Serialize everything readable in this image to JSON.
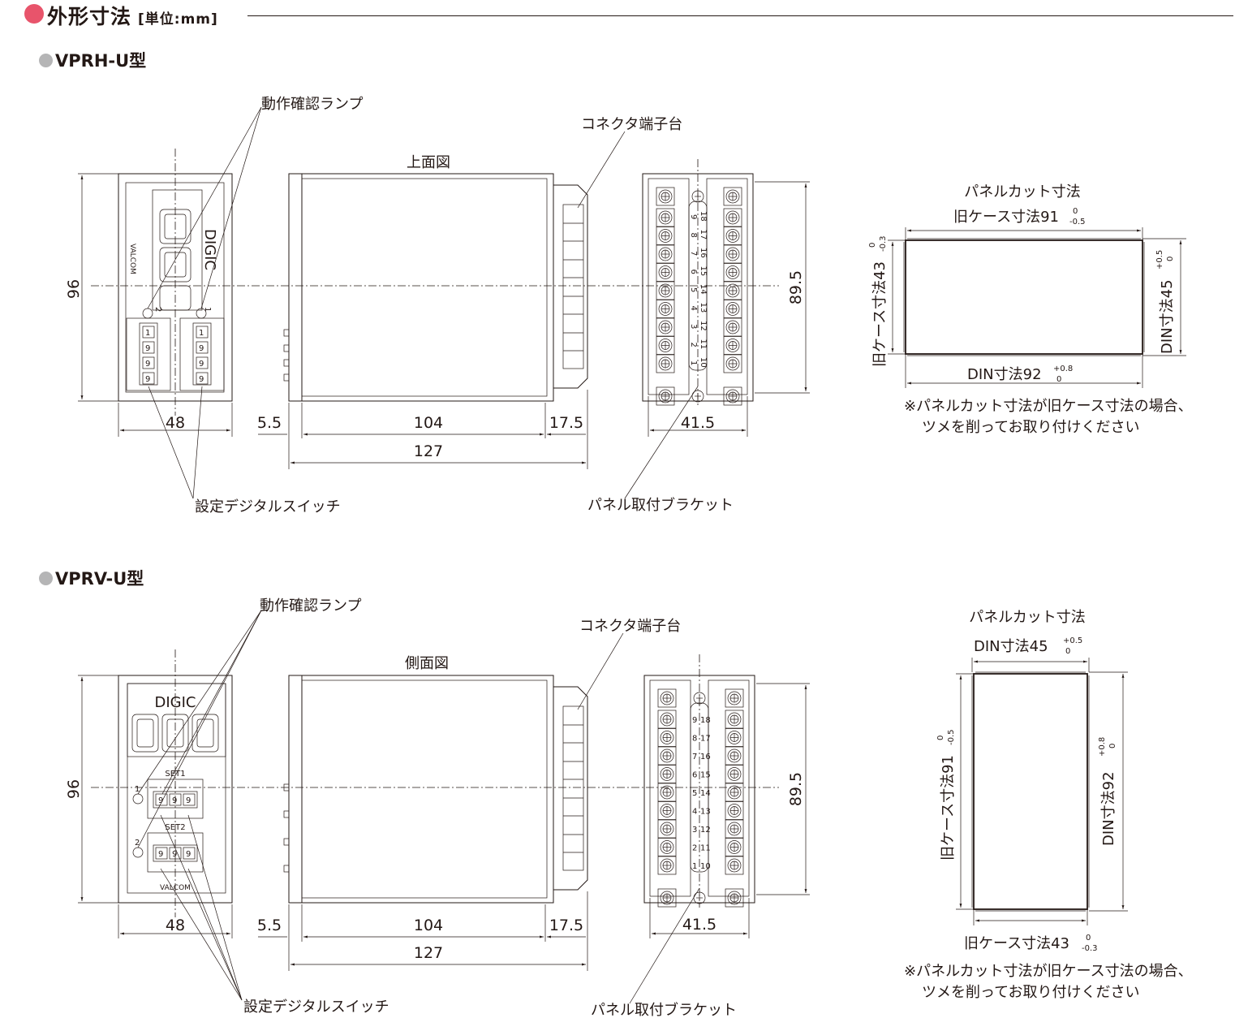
{
  "header": {
    "title": "外形寸法",
    "unit": "[単位:mm]"
  },
  "models": [
    {
      "name": "VPRH-U型",
      "labels": {
        "lamp": "動作確認ランプ",
        "connector": "コネクタ端子台",
        "view": "上面図",
        "switch": "設定デジタルスイッチ",
        "bracket": "パネル取付ブラケット",
        "brand": "VALCOM",
        "product": "DIGIC"
      },
      "dims": {
        "height": "96",
        "width": "48",
        "panel_offset": "5.5",
        "body": "104",
        "terminal": "17.5",
        "total": "127",
        "terminal_width": "41.5",
        "terminal_height": "89.5"
      },
      "cutout": {
        "title": "パネルカット寸法",
        "old_case_a": "旧ケース寸法91",
        "old_case_a_tol_upper": "0",
        "old_case_a_tol_lower": "-0.5",
        "old_case_b": "旧ケース寸法43",
        "old_case_b_tol_upper": "0",
        "old_case_b_tol_lower": "-0.3",
        "din_a": "DIN寸法45",
        "din_a_tol_upper": "+0.5",
        "din_a_tol_lower": "0",
        "din_b": "DIN寸法92",
        "din_b_tol_upper": "+0.8",
        "din_b_tol_lower": "0",
        "note_line1": "※パネルカット寸法が旧ケース寸法の場合、",
        "note_line2": "ツメを削ってお取り付けください"
      },
      "terminals_left": [
        "9",
        "8",
        "7",
        "6",
        "5",
        "4",
        "3",
        "2",
        "1"
      ],
      "terminals_right": [
        "18",
        "17",
        "16",
        "15",
        "14",
        "13",
        "12",
        "11",
        "10"
      ],
      "lamp_numbers": [
        "2",
        "1"
      ],
      "switch_digits": [
        "1",
        "9",
        "9",
        "9"
      ]
    },
    {
      "name": "VPRV-U型",
      "labels": {
        "lamp": "動作確認ランプ",
        "connector": "コネクタ端子台",
        "view": "側面図",
        "switch": "設定デジタルスイッチ",
        "bracket": "パネル取付ブラケット",
        "brand": "VALCOM",
        "product": "DIGIC",
        "set1": "SET1",
        "set2": "SET2"
      },
      "dims": {
        "height": "96",
        "width": "48",
        "panel_offset": "5.5",
        "body": "104",
        "terminal": "17.5",
        "total": "127",
        "terminal_width": "41.5",
        "terminal_height": "89.5"
      },
      "cutout": {
        "title": "パネルカット寸法",
        "din_a": "DIN寸法45",
        "din_a_tol_upper": "+0.5",
        "din_a_tol_lower": "0",
        "old_case_a": "旧ケース寸法91",
        "old_case_a_tol_upper": "0",
        "old_case_a_tol_lower": "-0.5",
        "din_b": "DIN寸法92",
        "din_b_tol_upper": "+0.8",
        "din_b_tol_lower": "0",
        "old_case_b": "旧ケース寸法43",
        "old_case_b_tol_upper": "0",
        "old_case_b_tol_lower": "-0.3",
        "note_line1": "※パネルカット寸法が旧ケース寸法の場合、",
        "note_line2": "ツメを削ってお取り付けください"
      },
      "terminals_left": [
        "9",
        "8",
        "7",
        "6",
        "5",
        "4",
        "3",
        "2",
        "1"
      ],
      "terminals_right": [
        "18",
        "17",
        "16",
        "15",
        "14",
        "13",
        "12",
        "11",
        "10"
      ],
      "lamp_numbers": [
        "1",
        "2"
      ],
      "switch_digits": [
        "9",
        "9",
        "9"
      ]
    }
  ]
}
